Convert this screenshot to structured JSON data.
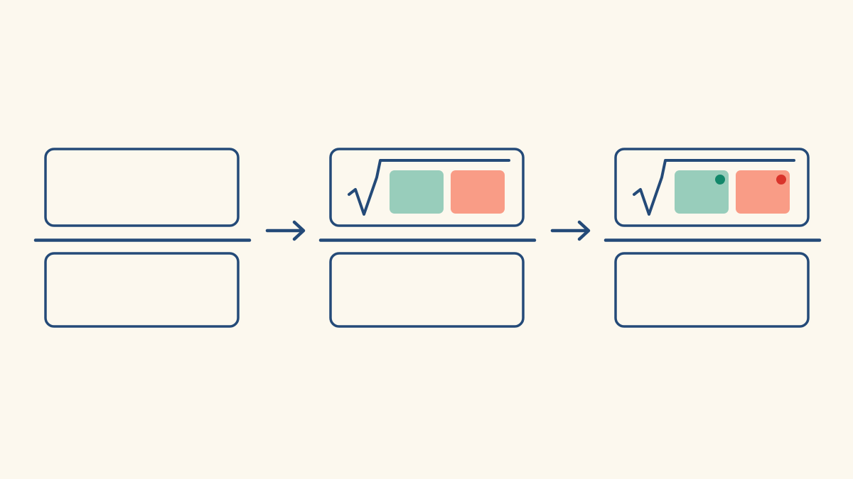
{
  "colors": {
    "background": "#FCF8EE",
    "stroke": "#244A78",
    "green_block": "#98CDBB",
    "salmon_block": "#F99C86",
    "green_dot": "#12876A",
    "red_dot": "#D9342B"
  },
  "panels": [
    {
      "step": 1,
      "has_radical": false,
      "blocks": [],
      "dots": []
    },
    {
      "step": 2,
      "has_radical": true,
      "blocks": [
        "green",
        "salmon"
      ],
      "dots": []
    },
    {
      "step": 3,
      "has_radical": true,
      "blocks": [
        "green",
        "salmon"
      ],
      "dots": [
        "green",
        "red"
      ]
    }
  ],
  "arrows": [
    {
      "from_step": 1,
      "to_step": 2,
      "icon": "arrow-right-icon"
    },
    {
      "from_step": 2,
      "to_step": 3,
      "icon": "arrow-right-icon"
    }
  ]
}
